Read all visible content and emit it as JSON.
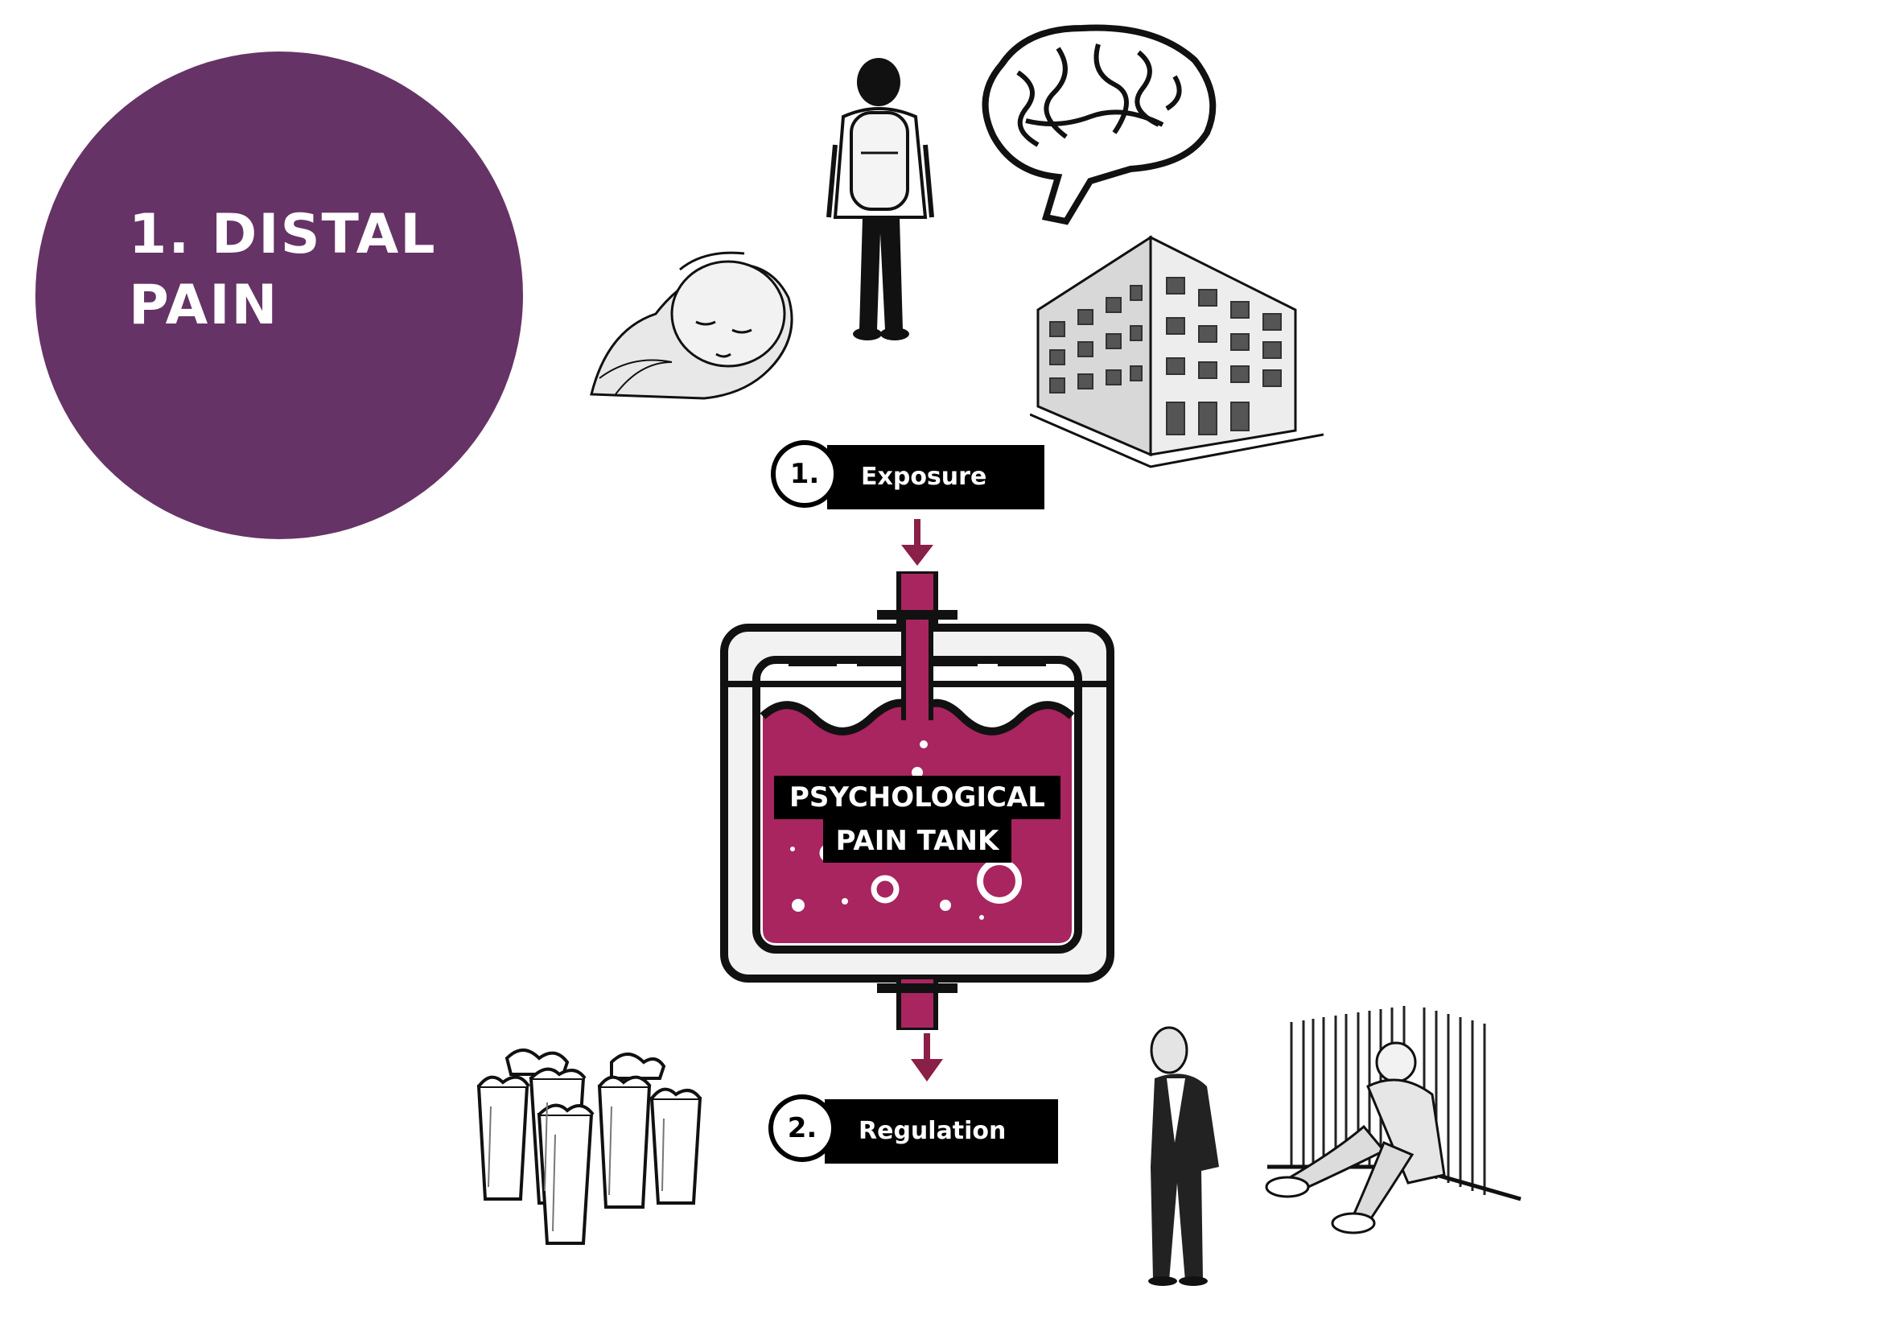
{
  "title": {
    "line1": "1. DISTAL",
    "line2": "PAIN"
  },
  "steps": [
    {
      "number": "1.",
      "label": "Exposure"
    },
    {
      "number": "2.",
      "label": "Regulation"
    }
  ],
  "tank": {
    "label_line1": "PSYCHOLOGICAL",
    "label_line2": "PAIN TANK"
  },
  "illustrations": {
    "exposure": [
      "sleeping-baby-icon",
      "child-with-backpack-icon",
      "brain-icon",
      "apartment-building-icon"
    ],
    "regulation": [
      "beer-glasses-icon",
      "sad-elderly-man-icon",
      "person-sitting-in-corner-icon"
    ]
  },
  "colors": {
    "accent": "#663366",
    "tank_fill": "#a8255f",
    "arrow": "#8a1f47",
    "ink": "#000000"
  }
}
